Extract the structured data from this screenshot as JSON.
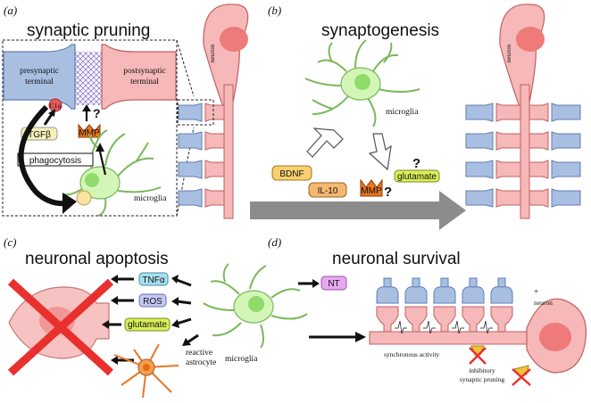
{
  "panels": {
    "a": {
      "label": "(a)",
      "title": "synaptic pruning",
      "presynaptic": [
        "presynaptic",
        "terminal"
      ],
      "postsynaptic": [
        "postsynaptic",
        "terminal"
      ],
      "c1q": "C1q",
      "tgfb": "TGFβ",
      "mmp": "MMP",
      "question": "?",
      "phagocytosis": "phagocytosis",
      "microglia": "microglia",
      "neuron": "neuron"
    },
    "b": {
      "label": "(b)",
      "title": "synaptogenesis",
      "microglia": "microglia",
      "bdnf": "BDNF",
      "il10": "IL-10",
      "mmp": "MMP",
      "glutamate": "glutamate",
      "question": "?",
      "neuron": "neuron"
    },
    "c": {
      "label": "(c)",
      "title": "neuronal apoptosis",
      "tnf": "TNFα",
      "ros": "ROS",
      "glutamate": "glutamate",
      "reactive_astrocyte": [
        "reactive",
        "astrocyte"
      ],
      "microglia": "microglia"
    },
    "d": {
      "label": "(d)",
      "title": "neuronal survival",
      "nt": "NT",
      "plus": "+",
      "neuron": "neuron",
      "synchronous_activity": "synchronous activity",
      "inhibitory_pruning": [
        "inhibitory",
        "synaptic pruning"
      ]
    }
  },
  "colors": {
    "neuron_fill": "#f6b8b8",
    "neuron_stroke": "#c06060",
    "nucleus": "#ee7a7a",
    "presynaptic": "#a9bfe2",
    "presynaptic_stroke": "#5e7db4",
    "microglia": "#d4f5b8",
    "microglia_stroke": "#7ab85a",
    "microglia_nucleus": "#8fdc6a",
    "cross": "#e8312f",
    "astrocyte": "#e8782a",
    "mmp": "#e8761e",
    "tgfb_box": "#f6f0b8",
    "bdnf_box": "#f8d070",
    "il10_box": "#f6b870",
    "glutamate_box": "#d8ee58",
    "tnf_box": "#a8e0f0",
    "ros_box": "#c4c8f4",
    "nt_box": "#e8a8f0",
    "arrow_gray": "#8c8c8c"
  }
}
